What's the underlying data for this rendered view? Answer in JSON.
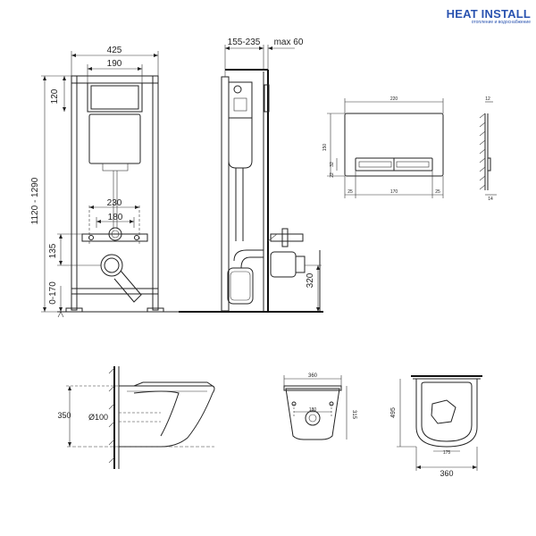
{
  "brand": {
    "name": "HEAT INSTALL",
    "tagline": "отопление и водоснабжение",
    "accent": "#2a53b0",
    "accent2": "#e03c2d"
  },
  "frame_front": {
    "width": "425",
    "panel_width": "190",
    "top_offset": "120",
    "height_range": "1120 - 1290",
    "stud_span_outer": "230",
    "stud_span_inner": "180",
    "outlet_height": "135",
    "foot_range": "0-170"
  },
  "frame_side": {
    "depth_range": "155-235",
    "max_wall": "max 60",
    "outlet_height": "320"
  },
  "flush_plate": {
    "width": "220",
    "height": "150",
    "thickness": "12",
    "button_height": "32",
    "bottom_offset": "22",
    "side_margin_left": "25",
    "center_width": "170",
    "side_margin_right": "25",
    "depth": "14"
  },
  "bowl_side": {
    "height": "350",
    "outlet_diameter": "Ø100"
  },
  "bowl_rear": {
    "width": "360",
    "height": "315",
    "stud_span": "180"
  },
  "bowl_top": {
    "length": "495",
    "seat_offset": "175",
    "width": "360"
  }
}
